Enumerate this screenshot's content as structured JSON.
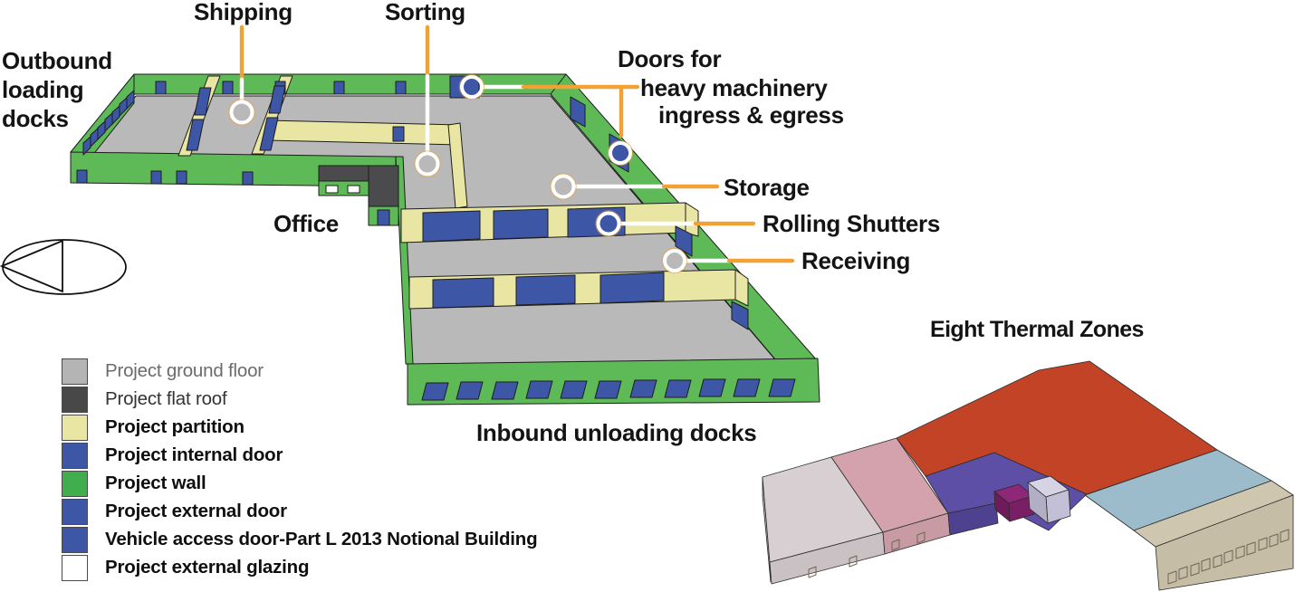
{
  "labels": {
    "shipping": "Shipping",
    "sorting": "Sorting",
    "outbound_lines": [
      "Outbound",
      "loading",
      "docks"
    ],
    "office": "Office",
    "doors_lines": [
      "Doors for",
      "heavy machinery",
      "ingress & egress"
    ],
    "storage": "Storage",
    "rolling_shutters": "Rolling Shutters",
    "receiving": "Receiving",
    "inbound": "Inbound unloading docks",
    "thermal_title": "Eight Thermal Zones"
  },
  "legend": {
    "items": [
      {
        "label": "Project ground floor",
        "color": "#b4b4b4"
      },
      {
        "label": "Project flat roof",
        "color": "#484848"
      },
      {
        "label": "Project partition",
        "color": "#e9e6a3"
      },
      {
        "label": "Project internal door",
        "color": "#3e56a6"
      },
      {
        "label": "Project wall",
        "color": "#41ae4d"
      },
      {
        "label": "Project external door",
        "color": "#3e56a6"
      },
      {
        "label": "Vehicle access door-Part L 2013 Notional Building",
        "color": "#3e56a6"
      },
      {
        "label": "Project external glazing",
        "color": "#ffffff"
      }
    ]
  },
  "colors": {
    "wall": "#5eb957",
    "floor": "#b9b9ba",
    "partition": "#e9e6a3",
    "door": "#3e56a6",
    "roof": "#4b4b4d",
    "glazing": "#ffffff",
    "leader_orange": "#f2a235",
    "leader_white": "#ffffff",
    "thermal": {
      "lightgray": "#d7cfd1",
      "pink": "#d4a2ac",
      "red": "#c34327",
      "purple": "#5c4fa5",
      "magenta": "#8e2778",
      "lavender": "#d6d4e4",
      "lightblue": "#9dbccb",
      "tan": "#cfc6af"
    }
  }
}
